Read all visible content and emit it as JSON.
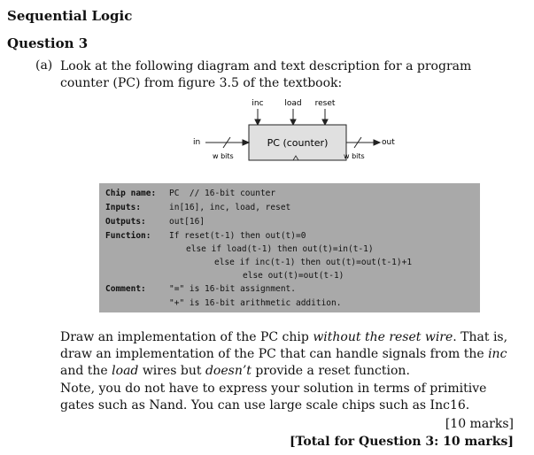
{
  "section_title": "Sequential Logic",
  "question_title": "Question 3",
  "part_label": "(a)",
  "intro": "Look at the following diagram and text description for a program counter (PC) from figure 3.5 of the textbook:",
  "diagram": {
    "chip_label": "PC (counter)",
    "inputs_top": [
      "inc",
      "load",
      "reset"
    ],
    "in_label": "in",
    "out_label": "out",
    "in_width": "w bits",
    "out_width": "w bits"
  },
  "code": {
    "chip_name_key": "Chip name:",
    "chip_name_val": "PC  // 16-bit counter",
    "inputs_key": "Inputs:",
    "inputs_val": "in[16], inc, load, reset",
    "outputs_key": "Outputs:",
    "outputs_val": "out[16]",
    "function_key": "Function:",
    "function_lines": [
      "If reset(t-1) then out(t)=0",
      "else if load(t-1) then out(t)=in(t-1)",
      "else if inc(t-1) then out(t)=out(t-1)+1",
      "else out(t)=out(t-1)"
    ],
    "comment_key": "Comment:",
    "comment_lines": [
      "\"=\" is 16-bit assignment.",
      "\"+\" is 16-bit arithmetic addition."
    ]
  },
  "para1": {
    "a": "Draw an implementation of the PC chip ",
    "a_em": "without the reset wire",
    "b": ". That is, draw an implementation of the PC that can handle signals from the ",
    "b_em1": "inc",
    "c": " and the ",
    "c_em": "load",
    "d": " wires but ",
    "d_em": "doesn’t",
    "e": " provide a reset function."
  },
  "para2": "Note, you do not have to express your solution in terms of primitive gates such as Nand. You can use large scale chips such as Inc16.",
  "marks": "[10 marks]",
  "total": "[Total for Question 3: 10 marks]"
}
